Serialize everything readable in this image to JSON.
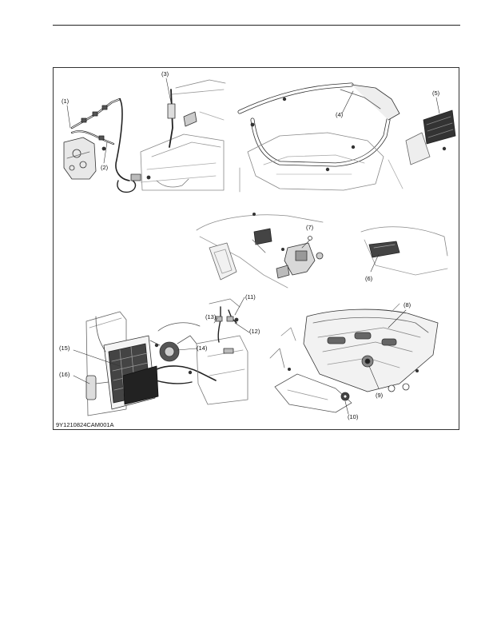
{
  "figure": {
    "code": "9Y1210824CAM001A",
    "callouts": [
      "(1)",
      "(2)",
      "(3)",
      "(4)",
      "(5)",
      "(6)",
      "(7)",
      "(8)",
      "(9)",
      "(10)",
      "(11)",
      "(12)",
      "(13)",
      "(14)",
      "(15)",
      "(16)"
    ]
  }
}
